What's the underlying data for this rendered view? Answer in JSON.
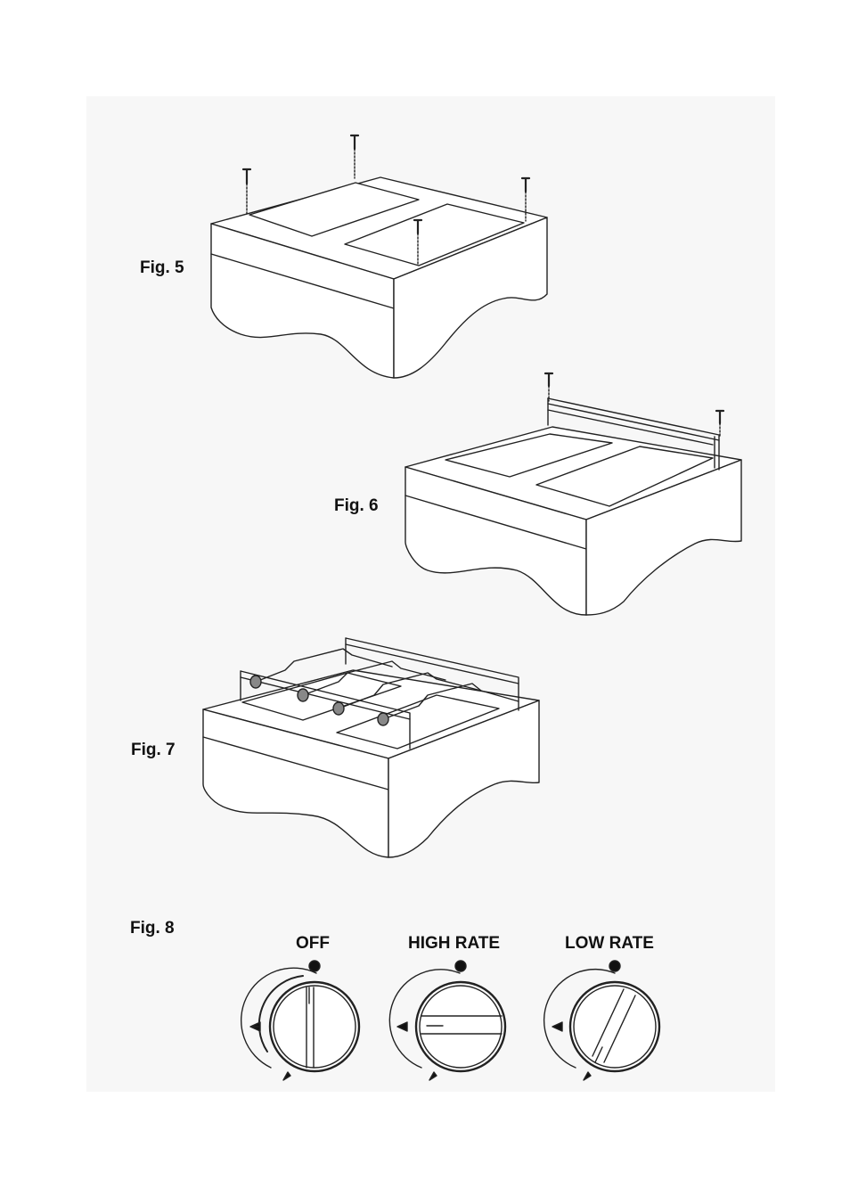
{
  "figures": {
    "fig5": {
      "label": "Fig. 5"
    },
    "fig6": {
      "label": "Fig. 6"
    },
    "fig7": {
      "label": "Fig. 7"
    },
    "fig8": {
      "label": "Fig. 8",
      "knobs": [
        {
          "label": "OFF",
          "setting": "off"
        },
        {
          "label": "HIGH RATE",
          "setting": "high"
        },
        {
          "label": "LOW RATE",
          "setting": "low"
        }
      ]
    }
  },
  "colors": {
    "line": "#222222",
    "panel": "#f7f7f7"
  }
}
